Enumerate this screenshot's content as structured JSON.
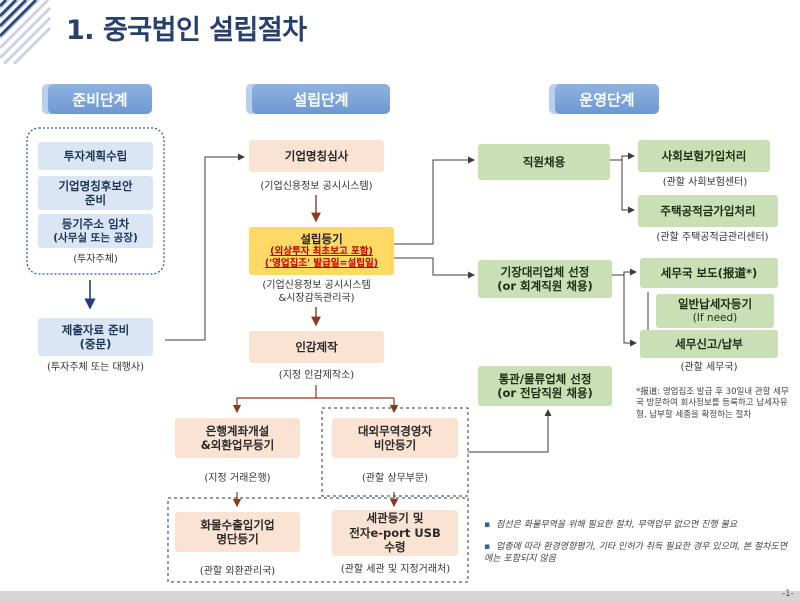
{
  "title": "1. 중국법인 설립절차",
  "stages": [
    "준비단계",
    "설립단계",
    "운영단계"
  ],
  "prep": {
    "items": [
      {
        "l1": "투자계획수립",
        "l2": ""
      },
      {
        "l1": "기업명칭후보안",
        "l2": "준비"
      },
      {
        "l1": "등기주소 임차",
        "l2": "(사무실 또는 공장)"
      }
    ],
    "group_caption": "(투자주체)",
    "docs": {
      "l1": "제출자료 준비",
      "l2": "(중문)"
    },
    "docs_caption": "(투자주체 또는 대행사)"
  },
  "setup": {
    "name_check": "기업명칭심사",
    "name_check_caption": "(기업신용정보 공시시스템)",
    "register": "설립등기",
    "register_red1": "(외상투자 최초보고 포함)",
    "register_red2": "('영업집조' 발급일=설립일)",
    "register_caption1": "(기업신용정보 공시시스템",
    "register_caption2": "&시장감독관리국)",
    "seal": "인감제작",
    "seal_caption": "(지정 인감제작소)",
    "bank": {
      "l1": "은행계좌개설",
      "l2": "&외환업무등기"
    },
    "bank_caption": "(지정 거래은행)",
    "trade": {
      "l1": "대외무역경영자",
      "l2": "비안등기"
    },
    "trade_caption": "(관할 상무부문)",
    "cargo": {
      "l1": "화물수출입기업",
      "l2": "명단등기"
    },
    "cargo_caption": "(관할 외환관리국)",
    "customs": {
      "l1": "세관등기 및",
      "l2": "전자e-port USB",
      "l3": "수령"
    },
    "customs_caption": "(관할 세관 및 지정거래처)"
  },
  "ops": {
    "staff": "직원채용",
    "social": "사회보험가입처리",
    "social_caption": "(관할 사회보험센터)",
    "housing": "주택공적금가입처리",
    "housing_caption": "(관할 주택공적금관리센터)",
    "agent": {
      "l1": "기장대리업체 선정",
      "l2": "(or 회계직원 채용)"
    },
    "tax_report": "세무국 보도(报道*)",
    "general_tax": {
      "l1": "일반납세자등기",
      "l2": "(If need)"
    },
    "tax_file": "세무신고/납부",
    "tax_caption": "(관할 세무국)",
    "logistics": {
      "l1": "통관/물류업체 선정",
      "l2": "(or 전담직원 채용)"
    },
    "footnote": "*报道: 영업집조 발급 후 30일내 관할 세무국 방문하여 회사정보를 등록하고 납세자유형, 납부할 세종을 확정하는 절차"
  },
  "notes": [
    "점선은 화물무역을 위해 필요한 절차, 무역업무 없으면 진행 불요",
    "업종에 따라 환경영향평가, 기타 인허가 취득 필요한 경우 있으며, 본 절차도면에는 포함되지 않음"
  ],
  "page_number": "-1-"
}
